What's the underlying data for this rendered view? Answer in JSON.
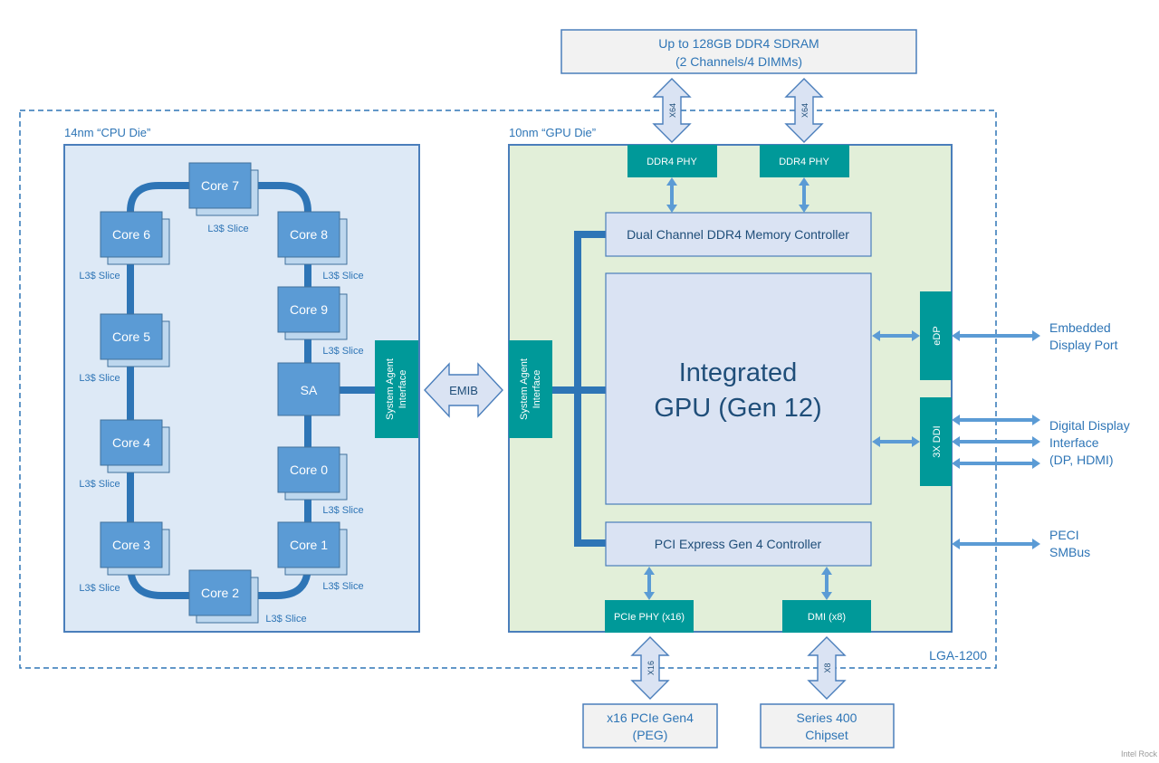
{
  "memory": {
    "line1": "Up to 128GB DDR4 SDRAM",
    "line2": "(2 Channels/4 DIMMs)",
    "link_width": "X64"
  },
  "package_label": "LGA-1200",
  "cpu_die": {
    "title": "14nm “CPU Die”",
    "cores": [
      {
        "label": "Core 7",
        "slice": "L3$ Slice"
      },
      {
        "label": "Core 6",
        "slice": "L3$ Slice"
      },
      {
        "label": "Core 8",
        "slice": "L3$ Slice"
      },
      {
        "label": "Core 9",
        "slice": "L3$ Slice"
      },
      {
        "label": "Core 5",
        "slice": "L3$ Slice"
      },
      {
        "label": "Core 4",
        "slice": "L3$ Slice"
      },
      {
        "label": "Core 0",
        "slice": "L3$ Slice"
      },
      {
        "label": "Core 3",
        "slice": "L3$ Slice"
      },
      {
        "label": "Core 1",
        "slice": "L3$ Slice"
      },
      {
        "label": "Core 2",
        "slice": "L3$ Slice"
      }
    ],
    "sa_label": "SA",
    "sai_line1": "System Agent",
    "sai_line2": "Interface"
  },
  "emib_label": "EMIB",
  "gpu_die": {
    "title": "10nm “GPU Die”",
    "ddr4_phy": "DDR4 PHY",
    "memory_controller": "Dual Channel DDR4 Memory Controller",
    "igpu_line1": "Integrated",
    "igpu_line2": "GPU (Gen 12)",
    "pcie_controller": "PCI Express Gen 4 Controller",
    "pcie_phy": "PCIe PHY (x16)",
    "dmi": "DMI (x8)",
    "edp": "eDP",
    "ddi": "3X DDI",
    "sai_line1": "System Agent",
    "sai_line2": "Interface"
  },
  "external": {
    "embedded_dp_line1": "Embedded",
    "embedded_dp_line2": "Display Port",
    "ddi_line1": "Digital Display",
    "ddi_line2": "Interface",
    "ddi_line3": "(DP, HDMI)",
    "peci_line1": "PECI",
    "peci_line2": "SMBus",
    "pcie_line1": "x16 PCIe Gen4",
    "pcie_line2": "(PEG)",
    "pcie_width": "X16",
    "chipset_line1": "Series 400",
    "chipset_line2": "Chipset",
    "dmi_width": "X8"
  },
  "watermark": "Intel Rock",
  "colors": {
    "core_blue": "#5b9bd5",
    "slice_blue": "#bdd7ee",
    "ring_blue": "#2e75b6",
    "teal": "#009999",
    "cpu_die_bg": "#dde9f6",
    "gpu_die_bg": "#e2efd9",
    "text_blue": "#2e75b6"
  }
}
